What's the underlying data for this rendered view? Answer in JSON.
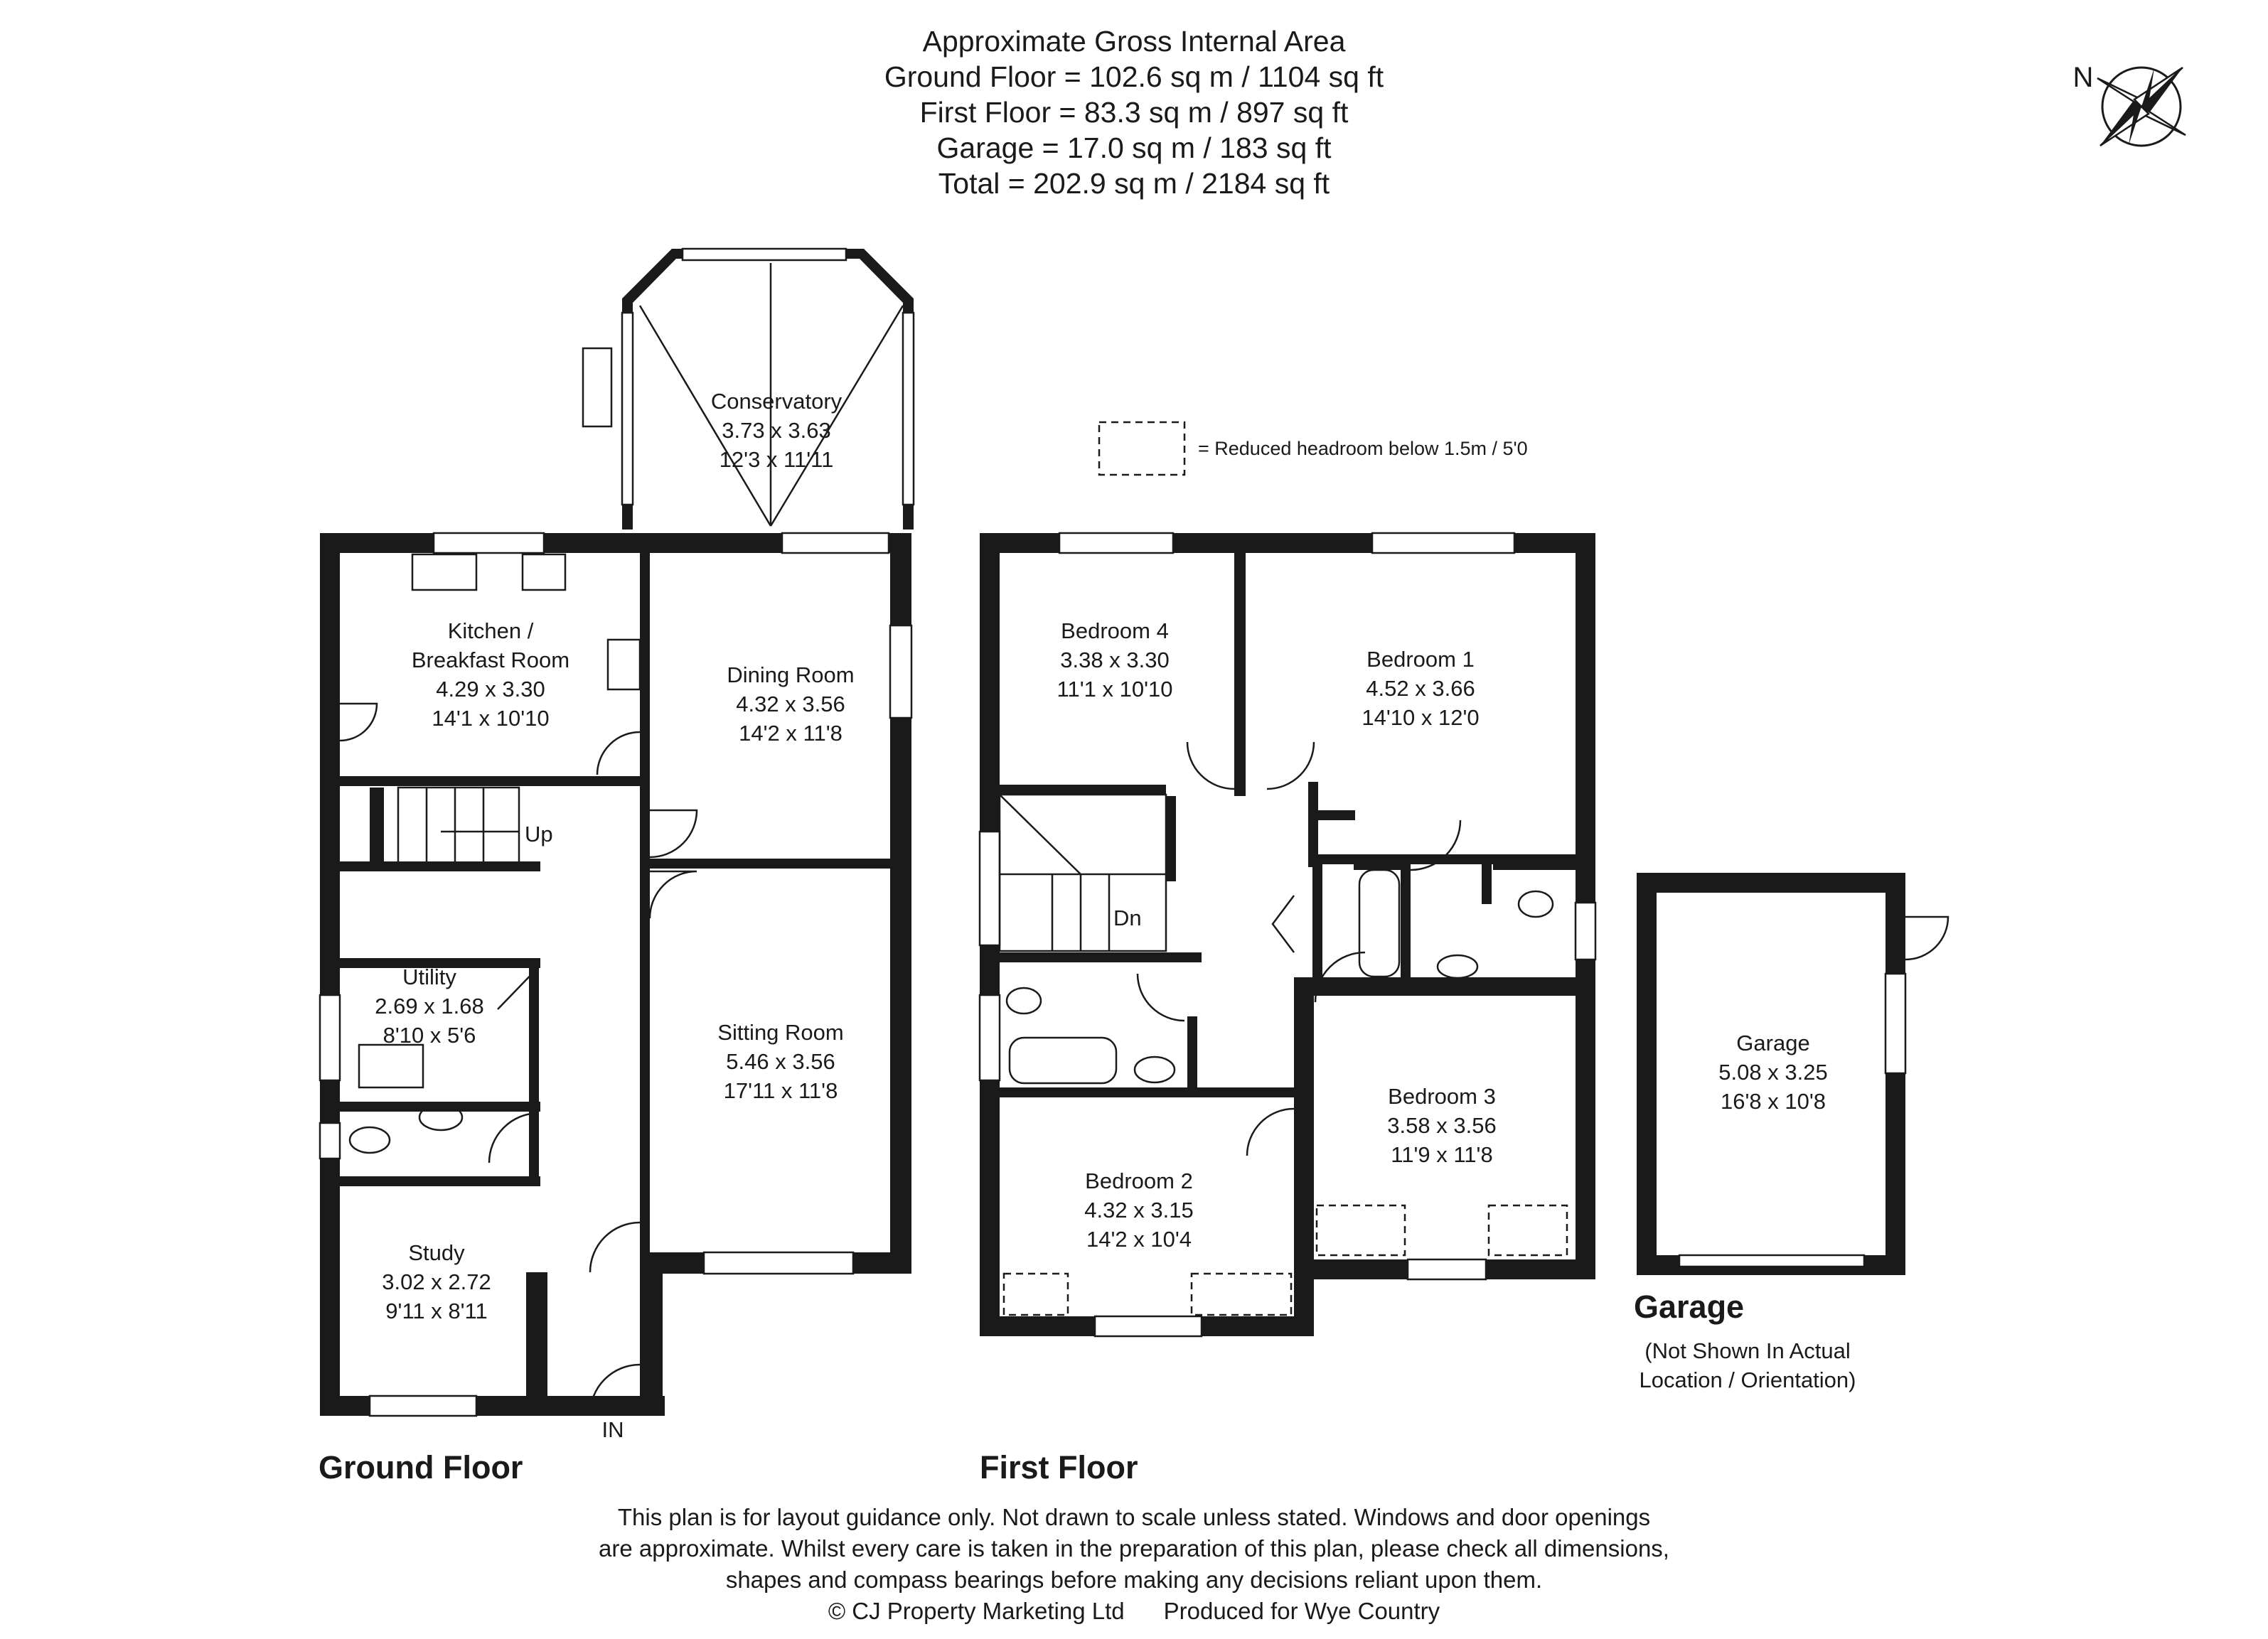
{
  "header": {
    "line1": "Approximate Gross Internal Area",
    "line2": "Ground Floor = 102.6 sq m / 1104 sq ft",
    "line3": "First Floor = 83.3 sq m / 897 sq ft",
    "line4": "Garage = 17.0 sq m / 183 sq ft",
    "line5": "Total = 202.9 sq m / 2184 sq ft"
  },
  "compass": {
    "label": "N"
  },
  "legend": {
    "text": "= Reduced headroom below 1.5m / 5'0"
  },
  "ground_floor": {
    "title": "Ground Floor",
    "conservatory": {
      "name": "Conservatory",
      "metric": "3.73 x 3.63",
      "imperial": "12'3 x 11'11"
    },
    "kitchen": {
      "name1": "Kitchen /",
      "name2": "Breakfast Room",
      "metric": "4.29 x 3.30",
      "imperial": "14'1 x 10'10"
    },
    "dining": {
      "name": "Dining Room",
      "metric": "4.32 x 3.56",
      "imperial": "14'2 x 11'8"
    },
    "sitting": {
      "name": "Sitting Room",
      "metric": "5.46 x 3.56",
      "imperial": "17'11 x 11'8"
    },
    "utility": {
      "name": "Utility",
      "metric": "2.69 x 1.68",
      "imperial": "8'10 x 5'6"
    },
    "study": {
      "name": "Study",
      "metric": "3.02 x 2.72",
      "imperial": "9'11 x 8'11"
    },
    "stairs_label": "Up",
    "entrance_label": "IN"
  },
  "first_floor": {
    "title": "First Floor",
    "bedroom4": {
      "name": "Bedroom 4",
      "metric": "3.38 x 3.30",
      "imperial": "11'1 x 10'10"
    },
    "bedroom1": {
      "name": "Bedroom 1",
      "metric": "4.52 x 3.66",
      "imperial": "14'10 x 12'0"
    },
    "bedroom2": {
      "name": "Bedroom 2",
      "metric": "4.32 x 3.15",
      "imperial": "14'2 x 10'4"
    },
    "bedroom3": {
      "name": "Bedroom 3",
      "metric": "3.58 x 3.56",
      "imperial": "11'9 x 11'8"
    },
    "stairs_label": "Dn"
  },
  "garage": {
    "title": "Garage",
    "note1": "(Not Shown In Actual",
    "note2": "Location / Orientation)",
    "room": {
      "name": "Garage",
      "metric": "5.08 x 3.25",
      "imperial": "16'8 x 10'8"
    }
  },
  "footer": {
    "line1": "This plan is for layout guidance only. Not drawn to scale unless stated. Windows and door openings",
    "line2": "are approximate. Whilst every care is taken in the preparation of this plan, please check all dimensions,",
    "line3": "shapes and compass bearings before making any decisions reliant upon them.",
    "line4": "© CJ Property Marketing Ltd      Produced for Wye Country"
  }
}
